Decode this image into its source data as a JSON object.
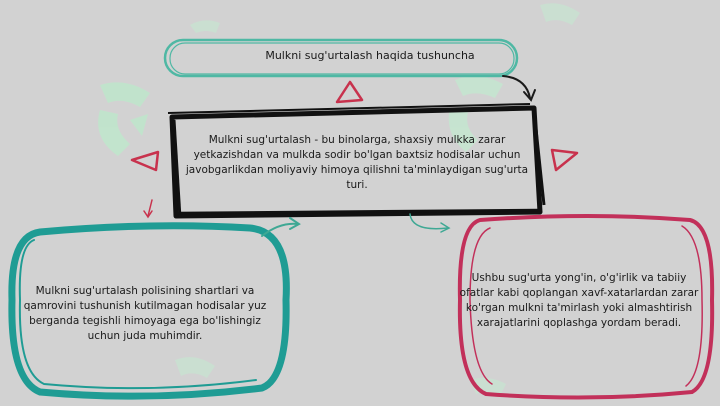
{
  "diagram": {
    "title_node": "Mulkni sug'urtalash haqida tushuncha",
    "definition_node": "Mulkni sug'urtalash - bu binolarga, shaxsiy mulkka zarar yetkazishdan va mulkda sodir bo'lgan baxtsiz hodisalar uchun javobgarlikdan moliyaviy himoya qilishni ta'minlaydigan sug'urta turi.",
    "left_node": "Mulkni sug'urtalash polisining shartlari va qamrovini tushunish kutilmagan hodisalar yuz berganda tegishli himoyaga ega bo'lishingiz uchun juda muhimdir.",
    "right_node": "Ushbu sug'urta yong'in, o'g'irlik va tabiiy ofatlar kabi qoplangan xavf-xatarlardan zarar ko'rgan mulkni ta'mirlash yoki almashtirish xarajatlarini qoplashga yordam beradi."
  },
  "colors": {
    "background": "#d2d2d2",
    "title_border": "#4fb8a4",
    "definition_border": "#111111",
    "left_border": "#1f9c94",
    "right_border": "#c2305a",
    "triangle": "#c8324d",
    "watermark": "#b9e4c9"
  },
  "icons": [
    "watermark-logo",
    "triangle-marker",
    "curved-arrow"
  ]
}
